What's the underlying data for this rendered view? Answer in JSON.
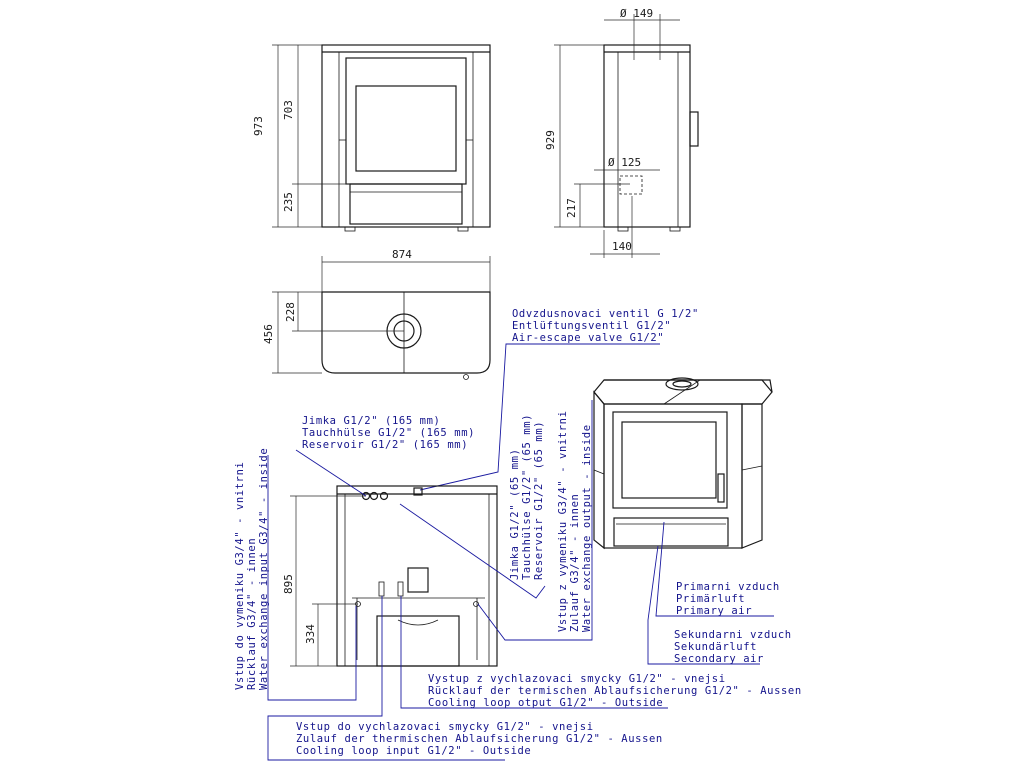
{
  "dimensions": {
    "front_height_total": "973",
    "front_height_door": "703",
    "front_height_base": "235",
    "side_flue_diameter": "Ø 149",
    "side_height": "929",
    "side_inlet_diameter": "Ø 125",
    "side_inlet_height": "217",
    "side_inlet_offset": "140",
    "top_width": "874",
    "top_depth": "456",
    "top_flue_center": "228",
    "back_exchanger_height": "895",
    "back_cooling_height": "334"
  },
  "labels": {
    "air_valve": [
      "Odvzdusnovaci ventil G 1/2\"",
      "Entlüftungsventil G1/2\"",
      "Air-escape valve G1/2\""
    ],
    "sensor_left": [
      "Jimka G1/2\" (165 mm)",
      "Tauchhülse G1/2\" (165 mm)",
      "Reservoir G1/2\" (165 mm)"
    ],
    "sensor_right": [
      "Jimka G1/2\" (65 mm)",
      "Tauchhülse G1/2\" (65 mm)",
      "Reservoir G1/2\" (65 mm)"
    ],
    "water_out": [
      "Vstup z vymeniku G3/4\" - vnitrni",
      "Zulauf G3/4\" - innen",
      "Water exchange output - inside"
    ],
    "water_in": [
      "Vstup do vymeniku G3/4\" - vnitrni",
      "Rücklauf G3/4\" - innen",
      "Water exchange input G3/4\" - inside"
    ],
    "primary_air": [
      "Primarni vzduch",
      "Primärluft",
      "Primary air"
    ],
    "secondary_air": [
      "Sekundarni vzduch",
      "Sekundärluft",
      "Secondary air"
    ],
    "cooling_out": [
      "Vystup z vychlazovaci smycky G1/2\" - vnejsi",
      "Rücklauf der termischen Ablaufsicherung G1/2\" - Aussen",
      "Cooling loop otput G1/2\" - Outside"
    ],
    "cooling_in": [
      "Vstup do vychlazovaci smycky G1/2\" - vnejsi",
      "Zulauf der thermischen Ablaufsicherung G1/2\" - Aussen",
      "Cooling loop input G1/2\" - Outside"
    ]
  }
}
